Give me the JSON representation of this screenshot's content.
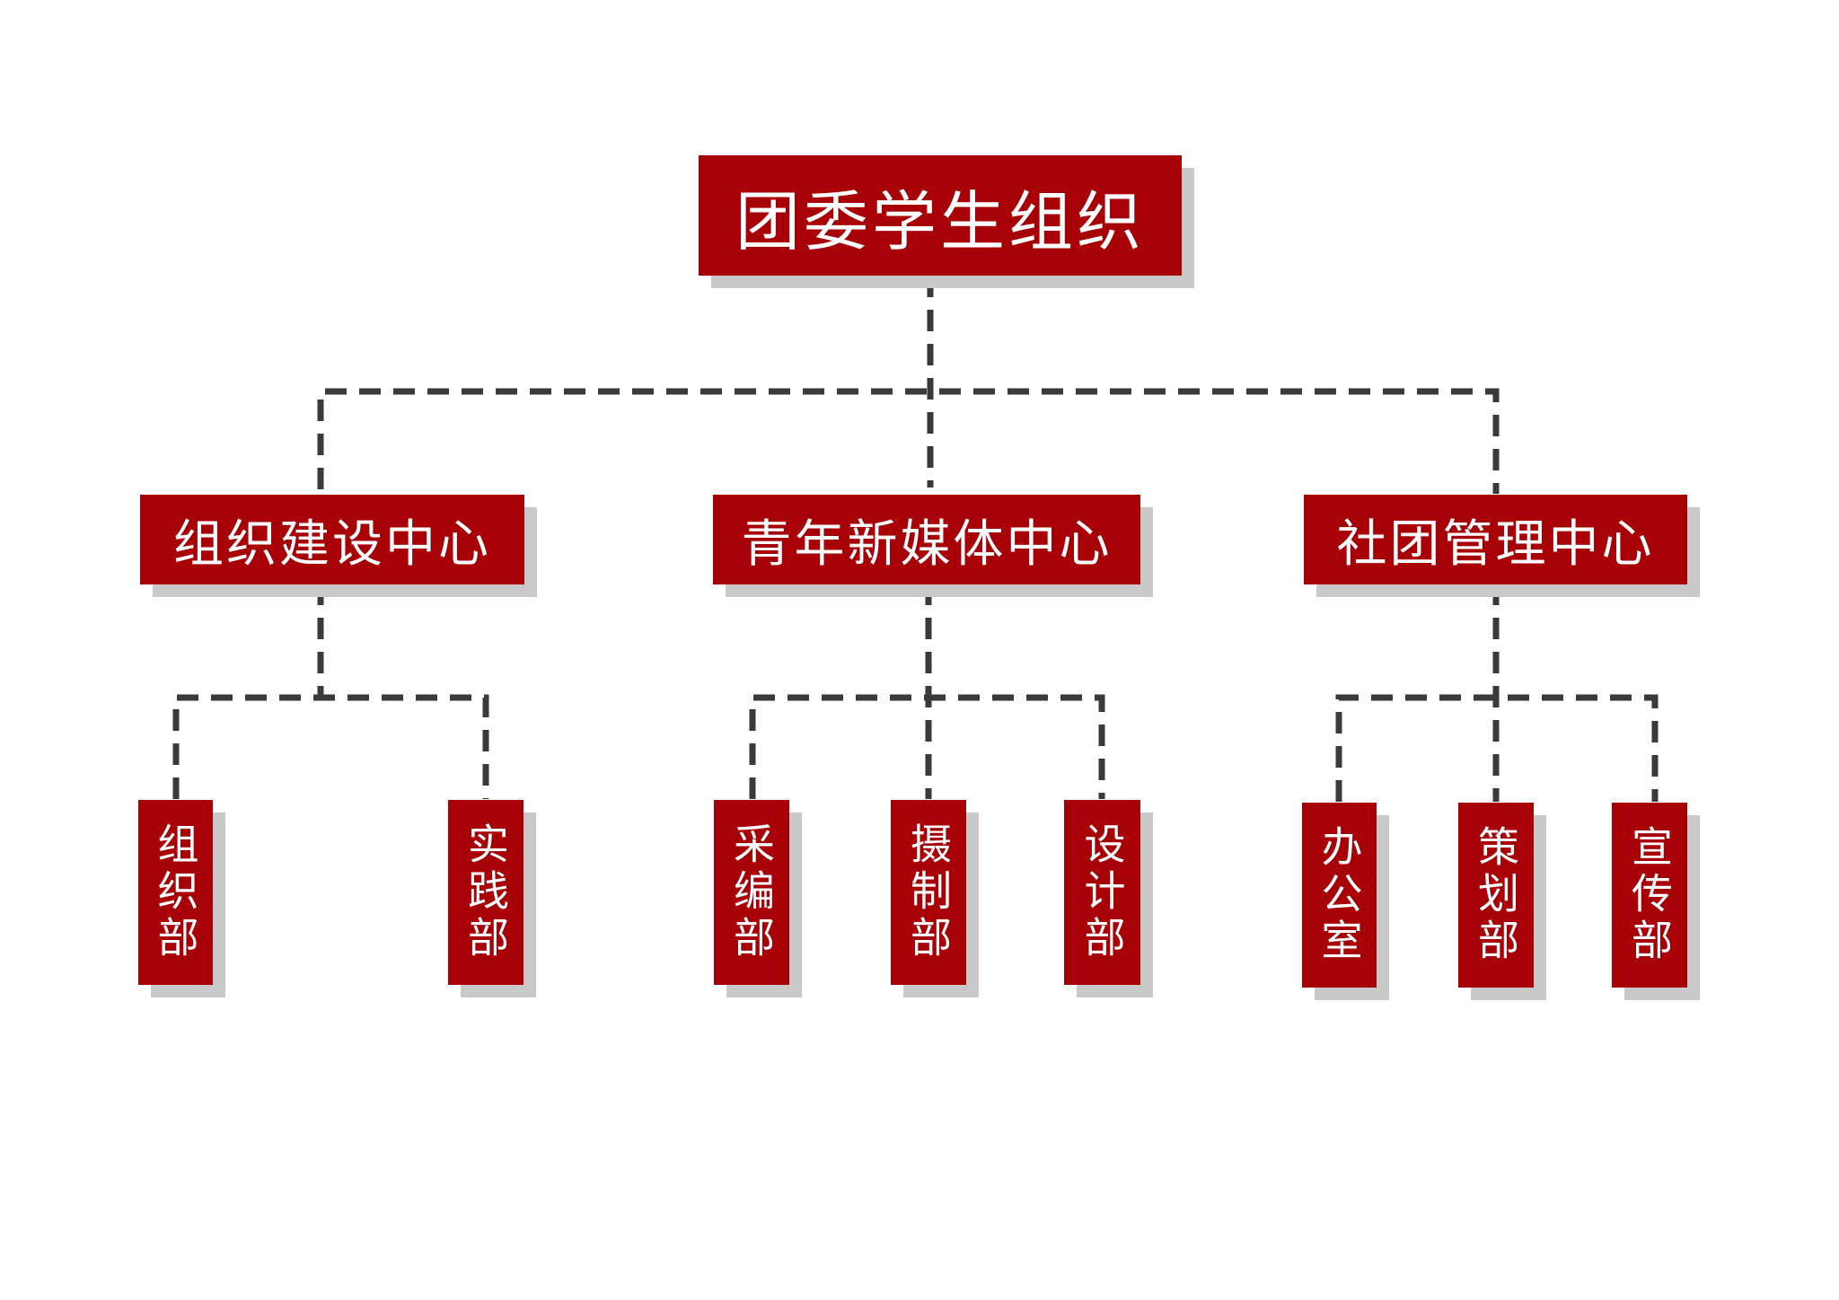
{
  "diagram": {
    "type": "org-chart",
    "colors": {
      "box": "#a70006",
      "text": "#ffffff",
      "shadow": "#c9c9c9",
      "connector": "#3a3a3a"
    },
    "root": {
      "label": "团委学生组织"
    },
    "centers": [
      {
        "label": "组织建设中心",
        "departments": [
          "组织部",
          "实践部"
        ]
      },
      {
        "label": "青年新媒体中心",
        "departments": [
          "采编部",
          "摄制部",
          "设计部"
        ]
      },
      {
        "label": "社团管理中心",
        "departments": [
          "办公室",
          "策划部",
          "宣传部"
        ]
      }
    ]
  }
}
